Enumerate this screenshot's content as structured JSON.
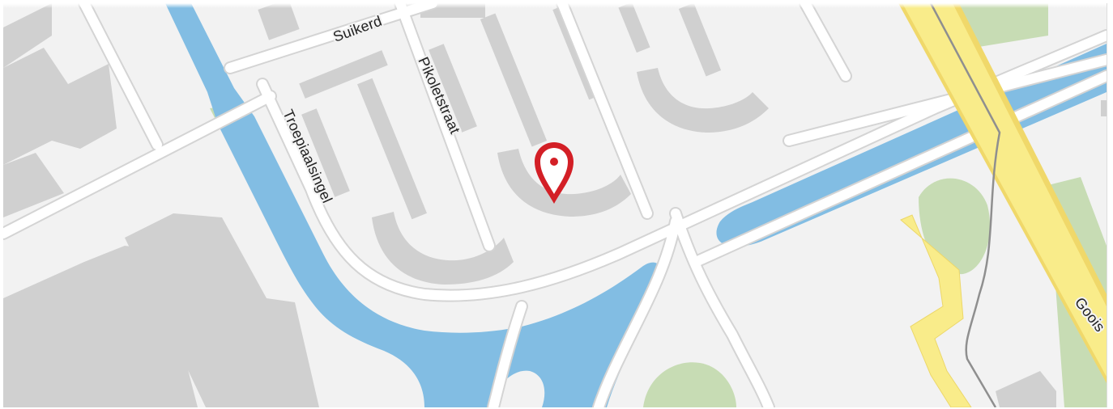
{
  "map": {
    "streets": {
      "suikerdreef": "Suikerd",
      "pikoletstraat": "Pikoletstraat",
      "troepiaalsingel": "Troepiaalsingel",
      "gooise": "Goois"
    },
    "marker": {
      "icon": "map-pin-icon",
      "color": "#d31f26"
    },
    "colors": {
      "land": "#f2f2f2",
      "road": "#ffffff",
      "road_casing": "#d4d4d4",
      "water": "#82bde3",
      "park": "#c7dcb4",
      "building": "#d0d0d0",
      "highway": "#f9ec8a",
      "rail": "#8f8f8f"
    }
  }
}
